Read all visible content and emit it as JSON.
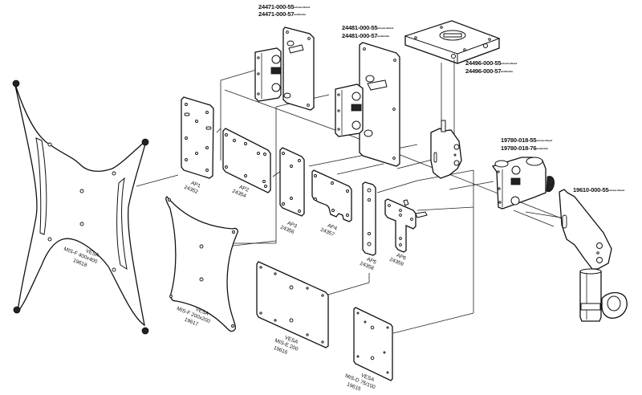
{
  "diagram": {
    "title": "VESA adapter plates and wall/ceiling mount system (exploded assembly)",
    "stroke_color": "#111111",
    "background_color": "#ffffff",
    "mounts": [
      {
        "id": "wall-mount-small",
        "codes": [
          {
            "number": "24471-000-55",
            "note": "schwarz/black"
          },
          {
            "number": "24471-000-57",
            "note": "weiß/white"
          }
        ]
      },
      {
        "id": "wall-mount-large",
        "codes": [
          {
            "number": "24481-000-55",
            "note": "schwarz/black"
          },
          {
            "number": "24481-000-57",
            "note": "weiß/white"
          }
        ]
      },
      {
        "id": "ceiling-mount",
        "codes": [
          {
            "number": "24496-000-55",
            "note": "schwarz/black"
          },
          {
            "number": "24496-000-57",
            "note": "weiß/white"
          }
        ]
      },
      {
        "id": "pole-clamp",
        "codes": [
          {
            "number": "19780-018-55",
            "note": "schwarz/black"
          },
          {
            "number": "19780-018-76",
            "note": "weiß/white"
          }
        ]
      },
      {
        "id": "stand-adapter",
        "codes": [
          {
            "number": "19610-000-55",
            "note": "schwarz/black"
          }
        ]
      }
    ],
    "adapter_plates": [
      {
        "name": "AP1",
        "part": "24352"
      },
      {
        "name": "AP2",
        "part": "24354"
      },
      {
        "name": "AP3",
        "part": "24356"
      },
      {
        "name": "AP4",
        "part": "24357"
      },
      {
        "name": "AP5",
        "part": "24358"
      },
      {
        "name": "AP6",
        "part": "24359"
      }
    ],
    "vesa_plates": [
      {
        "line1": "VESA",
        "line2": "MIS-F 400x400",
        "part": "19618"
      },
      {
        "line1": "VESA",
        "line2": "MIS-F 200x200",
        "part": "19617"
      },
      {
        "line1": "VESA",
        "line2": "MIS-E 200",
        "part": "19616"
      },
      {
        "line1": "VESA",
        "line2": "MIS-D 75/100",
        "part": "19615"
      }
    ]
  }
}
